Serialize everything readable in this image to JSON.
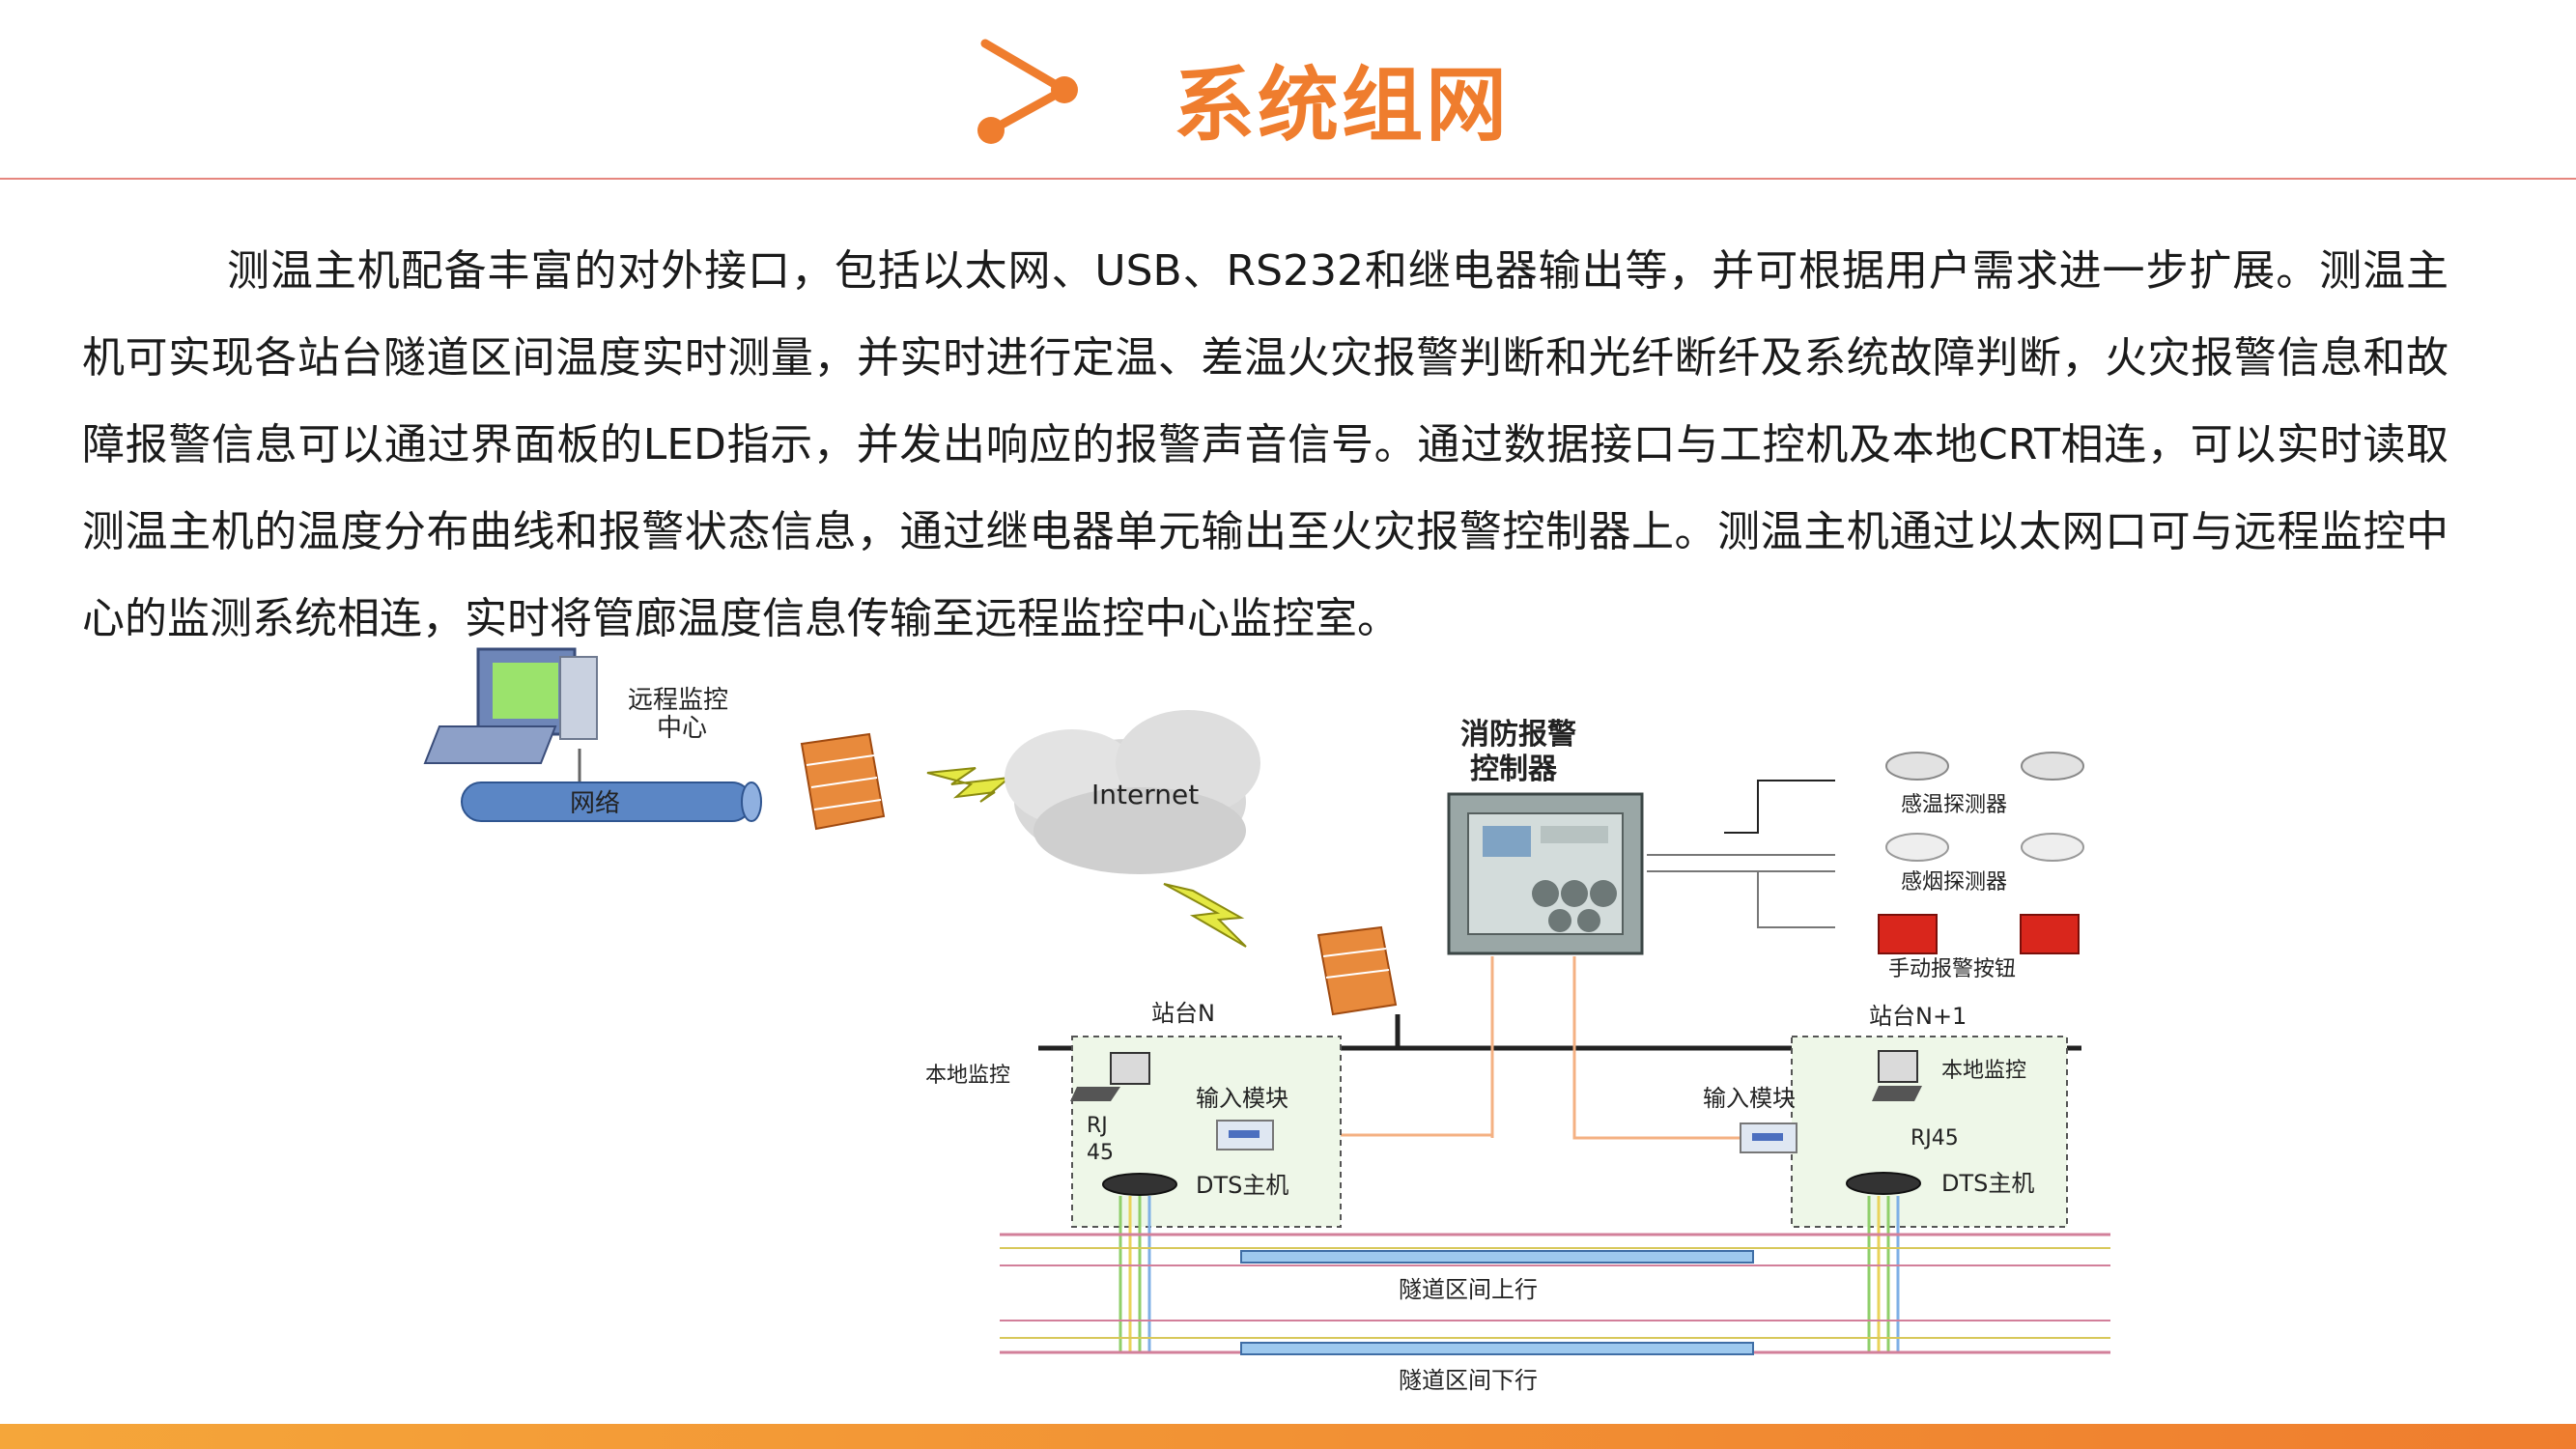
{
  "title": "系统组网",
  "paragraph": "测温主机配备丰富的对外接口，包括以太网、USB、RS232和继电器输出等，并可根据用户需求进一步扩展。测温主机可实现各站台隧道区间温度实时测量，并实时进行定温、差温火灾报警判断和光纤断纤及系统故障判断，火灾报警信息和故障报警信息可以通过界面板的LED指示，并发出响应的报警声音信号。通过数据接口与工控机及本地CRT相连，可以实时读取测温主机的温度分布曲线和报警状态信息，通过继电器单元输出至火灾报警控制器上。测温主机通过以太网口可与远程监控中心的监测系统相连，实时将管廊温度信息传输至远程监控中心监控室。",
  "diagram": {
    "remote_center_line1": "远程监控",
    "remote_center_line2": "中心",
    "network": "网络",
    "internet": "Internet",
    "fire_controller_line1": "消防报警",
    "fire_controller_line2": "控制器",
    "heat_detector": "感温探测器",
    "smoke_detector": "感烟探测器",
    "manual_alarm": "手动报警按钮",
    "station_n": "站台N",
    "station_n1": "站台N+1",
    "local_monitor_left": "本地监控",
    "local_monitor_right": "本地监控",
    "input_module_left": "输入模块",
    "input_module_right": "输入模块",
    "rj45_left_1": "RJ",
    "rj45_left_2": "45",
    "rj45_right": "RJ45",
    "dts_host_left": "DTS主机",
    "dts_host_right": "DTS主机",
    "tunnel_up": "隧道区间上行",
    "tunnel_down": "隧道区间下行"
  },
  "colors": {
    "accent": "#ef7d2e",
    "rule": "#e6867e",
    "station_label": "#e8401c",
    "orange_line": "#f4b183",
    "pink_line": "#d27f9a",
    "green_line": "#8fcf6a",
    "tunnel_fill": "#9ec9ee"
  }
}
